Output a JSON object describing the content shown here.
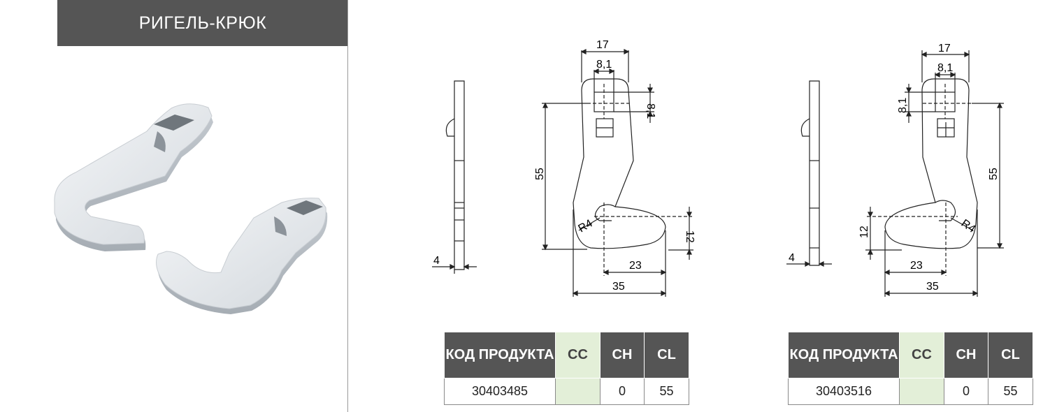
{
  "header": {
    "title": "РИГЕЛЬ-КРЮК"
  },
  "drawings": [
    {
      "dims": {
        "width_top": "17",
        "slot_width": "8,1",
        "slot_height": "8,1",
        "height": "55",
        "radius": "R4",
        "hook_gap": "12",
        "hook_inner": "23",
        "total_width": "35",
        "thickness": "4"
      }
    },
    {
      "dims": {
        "width_top": "17",
        "slot_width": "8,1",
        "slot_height": "8,1",
        "height": "55",
        "radius": "R4",
        "hook_gap": "12",
        "hook_inner": "23",
        "total_width": "35",
        "thickness": "4"
      }
    }
  ],
  "tables": [
    {
      "headers": {
        "code": "КОД ПРОДУКТА",
        "cc": "CC",
        "ch": "CH",
        "cl": "CL"
      },
      "row": {
        "code": "30403485",
        "cc": "",
        "ch": "0",
        "cl": "55"
      }
    },
    {
      "headers": {
        "code": "КОД ПРОДУКТА",
        "cc": "CC",
        "ch": "CH",
        "cl": "CL"
      },
      "row": {
        "code": "30403516",
        "cc": "",
        "ch": "0",
        "cl": "55"
      }
    }
  ],
  "colors": {
    "header_bg": "#555555",
    "cc_bg": "#e3efd8",
    "line": "#222222"
  }
}
